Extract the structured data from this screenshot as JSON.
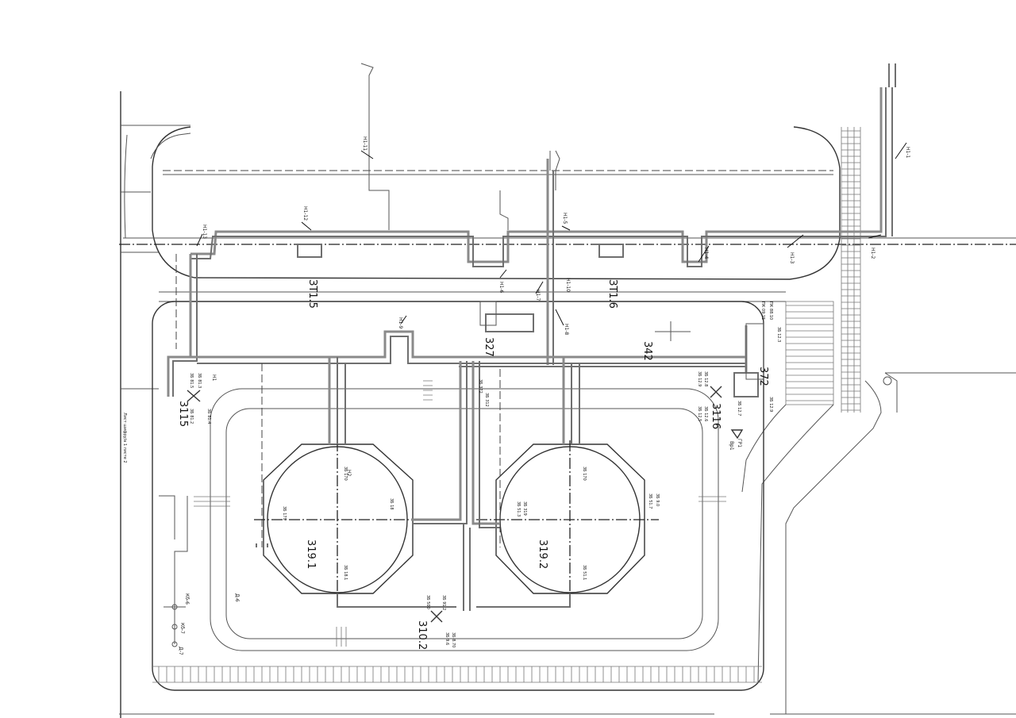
{
  "drawing": {
    "side_note": "Лист шифру/а 1 листе 2",
    "objects": [
      {
        "id": "obj-3715",
        "label": "ЗТ1.5"
      },
      {
        "id": "obj-3716",
        "label": "ЗТ1.6"
      },
      {
        "id": "obj-327",
        "label": "327"
      },
      {
        "id": "obj-342",
        "label": "342"
      },
      {
        "id": "obj-372",
        "label": "372"
      },
      {
        "id": "obj-3115",
        "label": "3115"
      },
      {
        "id": "obj-3116",
        "label": "3116"
      },
      {
        "id": "obj-3191",
        "label": "319.1"
      },
      {
        "id": "obj-3192",
        "label": "319.2"
      },
      {
        "id": "obj-3102",
        "label": "310.2"
      }
    ],
    "line_tags": [
      {
        "id": "t1",
        "text": "Н1-11"
      },
      {
        "id": "t2",
        "text": "Н1-12"
      },
      {
        "id": "t3",
        "text": "Н1-13"
      },
      {
        "id": "t4",
        "text": "Н1-5"
      },
      {
        "id": "t5",
        "text": "Н1-1"
      },
      {
        "id": "t6",
        "text": "Н1-2"
      },
      {
        "id": "t7",
        "text": "Н1-3"
      },
      {
        "id": "t8",
        "text": "Н1-4"
      },
      {
        "id": "t9",
        "text": "Н1-6"
      },
      {
        "id": "t10",
        "text": "Н1-7"
      },
      {
        "id": "t11",
        "text": "Н1-8"
      },
      {
        "id": "t12",
        "text": "Н1-9"
      },
      {
        "id": "t13",
        "text": "Н1-10"
      },
      {
        "id": "t14",
        "text": "Н1"
      },
      {
        "id": "t15",
        "text": "Н2"
      }
    ],
    "pipe_codes": [
      {
        "id": "p1",
        "text": "3Б 81.5"
      },
      {
        "id": "p2",
        "text": "3Б 81.3"
      },
      {
        "id": "p3",
        "text": "3Б 81.2"
      },
      {
        "id": "p4",
        "text": "3Б 81.4"
      },
      {
        "id": "p5",
        "text": "3Б 170"
      },
      {
        "id": "p6",
        "text": "3Б 170"
      },
      {
        "id": "p7",
        "text": "3Б 18"
      },
      {
        "id": "p8",
        "text": "3Б 18.1"
      },
      {
        "id": "p9",
        "text": "3Б 179"
      },
      {
        "id": "p10",
        "text": "3Б 372"
      },
      {
        "id": "p11",
        "text": "3Б 312"
      },
      {
        "id": "p12",
        "text": "3Б 51.3"
      },
      {
        "id": "p13",
        "text": "3Б 319"
      },
      {
        "id": "p14",
        "text": "3Б 51.7"
      },
      {
        "id": "p15",
        "text": "3Б 9.0"
      },
      {
        "id": "p16",
        "text": "3Б 51.1"
      },
      {
        "id": "p17",
        "text": "3Б 500"
      },
      {
        "id": "p18",
        "text": "3Б 91.2"
      },
      {
        "id": "p19",
        "text": "3Б 8.70"
      },
      {
        "id": "p20",
        "text": "3Б 9.6"
      },
      {
        "id": "p21",
        "text": "3Б 12.9"
      },
      {
        "id": "p22",
        "text": "3Б 12.8"
      },
      {
        "id": "p23",
        "text": "3Б 12.5"
      },
      {
        "id": "p24",
        "text": "3Б 12.6"
      },
      {
        "id": "p25",
        "text": "3Б 12.7"
      },
      {
        "id": "p26",
        "text": "3Б 12.3"
      },
      {
        "id": "p27",
        "text": "3Б 12.9"
      },
      {
        "id": "p28",
        "text": "ПК 09.15"
      },
      {
        "id": "p29",
        "text": "ПК 88.10"
      }
    ],
    "wells": [
      {
        "id": "w1",
        "text": "Кб-6"
      },
      {
        "id": "w2",
        "text": "Кб-7"
      },
      {
        "id": "w3",
        "text": "Д-6"
      },
      {
        "id": "w4",
        "text": "Д-7"
      },
      {
        "id": "w5",
        "text": "Вр1"
      },
      {
        "id": "w6",
        "text": "ГР1"
      }
    ]
  }
}
